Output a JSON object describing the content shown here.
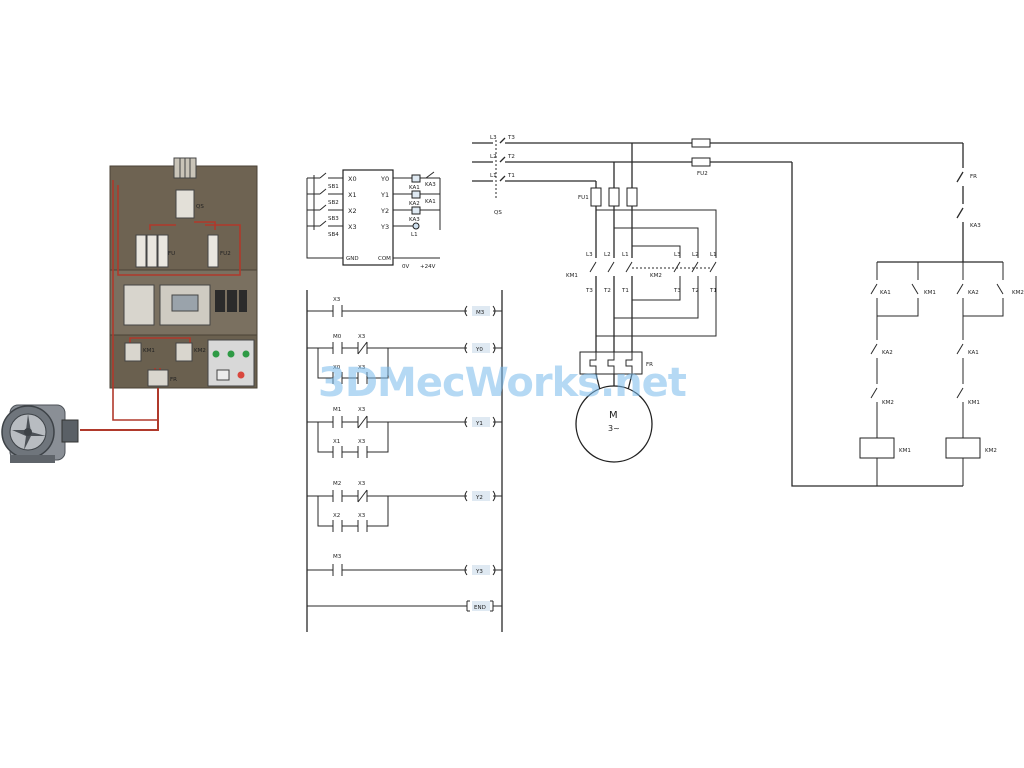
{
  "watermark": "3DMecWorks.net",
  "plc_io": {
    "inputs": [
      "X0",
      "X1",
      "X2",
      "X3"
    ],
    "outputs": [
      "Y0",
      "Y1",
      "Y2",
      "Y3"
    ],
    "buttons": [
      "SB1",
      "SB2",
      "SB3",
      "SB4"
    ],
    "gnd": "GND",
    "com": "COM",
    "out_loads": [
      "KA1",
      "KA2",
      "KA3",
      "L1"
    ],
    "top_right_load": "KA3",
    "right_load": "KA1",
    "v0": "0V",
    "v24": "+24V"
  },
  "ladder": {
    "rungs": [
      {
        "contacts_top": [
          "X3"
        ],
        "coil": "M3"
      },
      {
        "contacts_top": [
          "M0",
          "X3"
        ],
        "contacts_bottom": [
          "X0",
          "X3"
        ],
        "coil": "Y0"
      },
      {
        "contacts_top": [
          "M1",
          "X3"
        ],
        "contacts_bottom": [
          "X1",
          "X3"
        ],
        "coil": "Y1"
      },
      {
        "contacts_top": [
          "M2",
          "X3"
        ],
        "contacts_bottom": [
          "X2",
          "X3"
        ],
        "coil": "Y2"
      },
      {
        "contacts_top": [
          "M3"
        ],
        "coil": "Y3"
      },
      {
        "coil": "END"
      }
    ]
  },
  "main_circuit": {
    "lines_left": [
      "L3",
      "L2",
      "L1"
    ],
    "lines_right": [
      "T3",
      "T2",
      "T1"
    ],
    "breaker": "QS",
    "fuse_main": "FU1",
    "fuse_ctrl": "FU2",
    "km1": "KM1",
    "km2": "KM2",
    "km_in": [
      "L3",
      "L2",
      "L1"
    ],
    "km_out": [
      "T3",
      "T2",
      "T1"
    ],
    "fr": "FR",
    "motor_m": "M",
    "motor_phase": "3~"
  },
  "control_circuit": {
    "fr": "FR",
    "ka3": "KA3",
    "left_branch": {
      "contact1": "KA1",
      "contact1b": "KM1",
      "contact2": "KA2",
      "contact3": "KM2",
      "coil": "KM1"
    },
    "right_branch": {
      "contact1": "KA2",
      "contact1b": "KM2",
      "contact2": "KA1",
      "contact3": "KM1",
      "coil": "KM2"
    }
  },
  "panel": {
    "breaker_label": "QS",
    "fuse_label1": "FU",
    "fuse_label2": "FU2",
    "km1": "KM1",
    "km2": "KM2",
    "fr": "FR"
  },
  "colors": {
    "panel_bg": "#6e6352",
    "wire_red": "#b0392b",
    "motor_body": "#8a8f96",
    "watermark": "#78b9eb"
  }
}
